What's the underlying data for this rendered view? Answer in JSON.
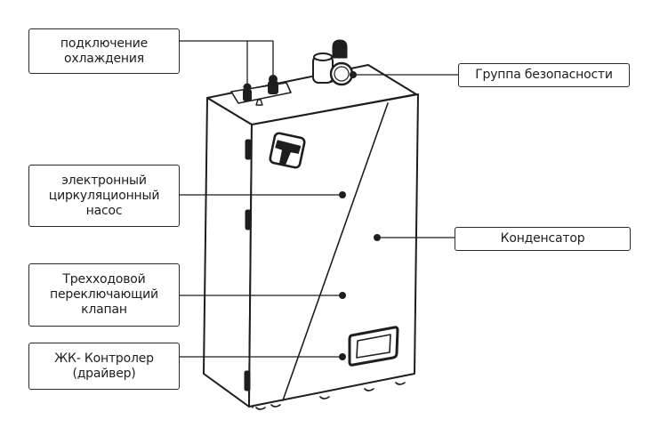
{
  "diagram": {
    "subject": "Boiler unit with labeled components",
    "labels": {
      "cooling_connection": [
        "подключение",
        "охлаждения"
      ],
      "safety_group": [
        "Группа безопасности"
      ],
      "circulation_pump": [
        "электронный",
        "циркуляционный",
        "насос"
      ],
      "three_way_valve": [
        "Трехходовой",
        "переключающий",
        "клапан"
      ],
      "lcd_controller": [
        "ЖК- Контролер",
        "(драйвер)"
      ],
      "condenser": [
        "Конденсатор"
      ]
    },
    "colors": {
      "line": "#1e1e1e",
      "box_border": "#2a2a2a",
      "text": "#1e1e1e",
      "background": "#ffffff"
    },
    "icons": {
      "brand_logo": "t-logo-icon"
    }
  }
}
